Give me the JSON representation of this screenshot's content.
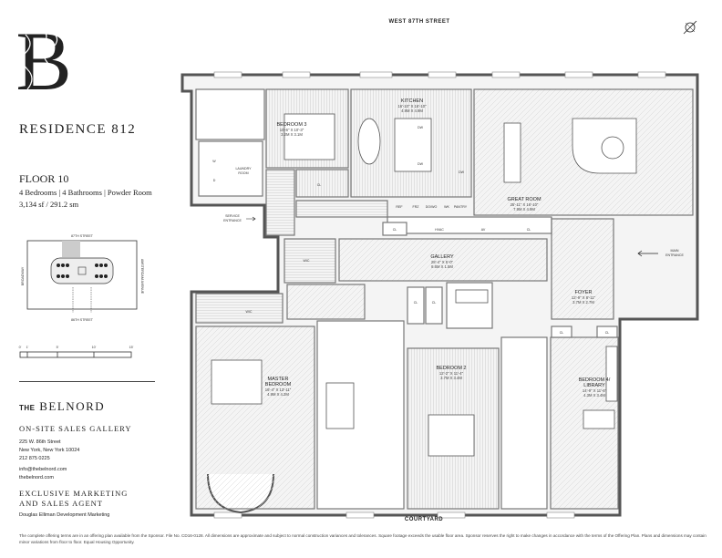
{
  "brand": {
    "logo_letter": "B",
    "the": "THE",
    "name": "BELNORD"
  },
  "residence": {
    "title": "RESIDENCE 812",
    "floor": "FLOOR 10",
    "rooms_summary": "4 Bedrooms  |  4 Bathrooms  |  Powder Room",
    "area": "3,134 sf / 291.2 sm"
  },
  "key_plan": {
    "north_street": "87TH STREET",
    "south_street": "86TH STREET",
    "west_street": "BROADWAY",
    "east_street": "AMSTERDAM AVENUE"
  },
  "scale_bar": {
    "ticks": [
      "0'",
      "1'",
      "5'",
      "10'",
      "15'"
    ]
  },
  "sales": {
    "gallery_title": "ON-SITE SALES GALLERY",
    "address1": "225 W. 86th Street",
    "address2": "New York, New York 10024",
    "phone": "212 875 0225",
    "email": "info@thebelnord.com",
    "website": "thebelnord.com",
    "agent_title1": "EXCLUSIVE MARKETING",
    "agent_title2": "AND SALES AGENT",
    "agent_name": "Douglas Elliman Development Marketing"
  },
  "disclaimer": "The complete offering terms are in an offering plan available from the Sponsor. File No. CD16-0128. All dimensions are approximate and subject to normal construction variances and tolerances. Square footage exceeds the usable floor area. Sponsor reserves the right to make changes in accordance with the terms of the Offering Plan. Plans and dimensions may contain minor variations from floor to floor. Equal Housing Opportunity.",
  "plan": {
    "north_street": "WEST 87TH STREET",
    "south": "COURTYARD",
    "main_entrance": [
      "MAIN",
      "ENTRANCE"
    ],
    "service_entrance": [
      "SERVICE",
      "ENTRANCE"
    ],
    "rooms": {
      "kitchen": {
        "name": "KITCHEN",
        "dim_ft": "16'-10\" X 16'-10\"",
        "dim_m": "4.9M X 4.9M"
      },
      "bedroom3": {
        "name": "BEDROOM 3",
        "dim_ft": "10'-6\" X 10'-3\"",
        "dim_m": "3.2M X 3.1M"
      },
      "great_room": {
        "name": "GREAT ROOM",
        "dim_ft": "25'-11\" X 16'-10\"",
        "dim_m": "7.9M X 4.9M"
      },
      "laundry": {
        "name1": "LAUNDRY",
        "name2": "ROOM"
      },
      "gallery": {
        "name": "GALLERY",
        "dim_ft": "28'-4\" X 5'-0\"",
        "dim_m": "8.6M X 1.5M"
      },
      "foyer": {
        "name": "FOYER",
        "dim_ft": "12'-9\" X 8'-11\"",
        "dim_m": "3.7M X 2.7M"
      },
      "master": {
        "name1": "MASTER",
        "name2": "BEDROOM",
        "dim_ft": "16'-4\" X 13'-11\"",
        "dim_m": "4.9M X 4.2M"
      },
      "bedroom2": {
        "name": "BEDROOM 2",
        "dim_ft": "12'-2\" X 11'-4\"",
        "dim_m": "3.7M X 3.4M"
      },
      "bedroom4": {
        "name1": "BEDROOM 4/",
        "name2": "LIBRARY",
        "dim_ft": "14'-9\" X 11'-6\"",
        "dim_m": "4.3M X 3.4M"
      },
      "wic": "WIC",
      "cl": "CL",
      "w": "W",
      "d": "D",
      "dw": "DW",
      "appliances": [
        "REF",
        "FRZ",
        "DO/WO",
        "WK",
        "PANTRY"
      ],
      "hvac": "HVAC",
      "av": "AV"
    }
  }
}
